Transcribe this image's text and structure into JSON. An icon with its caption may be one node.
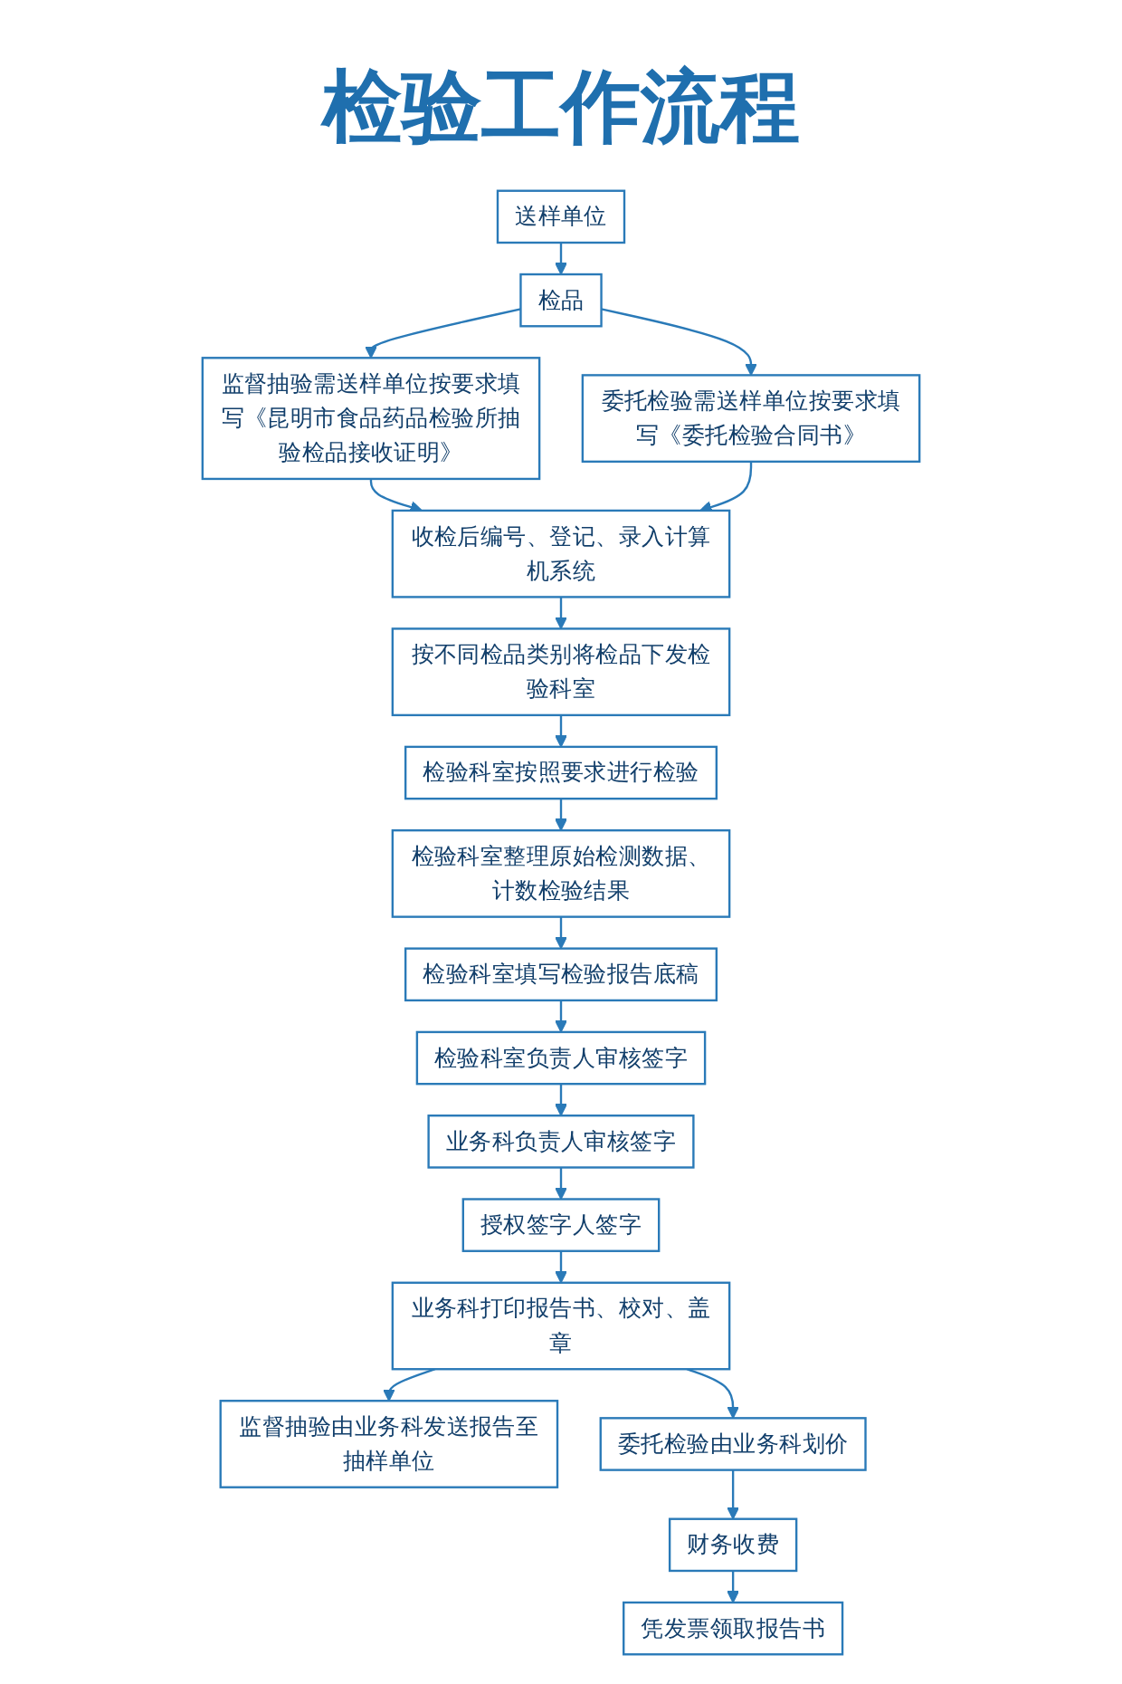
{
  "diagram": {
    "title": "检验工作流程",
    "nodes": [
      {
        "text": [
          "送样单位"
        ]
      },
      {
        "text": [
          "检品"
        ]
      },
      {
        "text": [
          "监督抽验需送样单位按要求填写《昆明市食品药品检验所抽验检品接收证明》"
        ]
      },
      {
        "text": [
          "委托检验需送样单位按要求填写《委托检验合同书》"
        ]
      },
      {
        "text": [
          "收检后编号、登记、录入计算机系统"
        ]
      },
      {
        "text": [
          "按不同检品类别将检品下发检验科室"
        ]
      },
      {
        "text": [
          "检验科室按照要求进行检验"
        ]
      },
      {
        "text": [
          "检验科室整理原始检测数据、计数检验结果"
        ]
      },
      {
        "text": [
          "检验科室填写检验报告底稿"
        ]
      },
      {
        "text": [
          "检验科室负责人审核签字"
        ]
      },
      {
        "text": [
          "业务科负责人审核签字"
        ]
      },
      {
        "text": [
          "授权签字人签字"
        ]
      },
      {
        "text": [
          "业务科打印报告书、校对、盖章"
        ]
      },
      {
        "text": [
          "监督抽验由业务科发送报告至抽样单位"
        ]
      },
      {
        "text": [
          "委托检验由业务科划价"
        ]
      },
      {
        "text": [
          "财务收费"
        ]
      },
      {
        "text": [
          "凭发票领取报告书"
        ]
      }
    ],
    "edges": [
      {
        "from": 0,
        "to": 1,
        "arrow": "to"
      },
      {
        "from": 1,
        "to": 2,
        "arrow": "to"
      },
      {
        "from": 1,
        "to": 3,
        "arrow": "to"
      },
      {
        "from": 2,
        "to": 4,
        "arrow": "to"
      },
      {
        "from": 3,
        "to": 4,
        "arrow": "to"
      },
      {
        "from": 4,
        "to": 5,
        "arrow": "to"
      },
      {
        "from": 5,
        "to": 6,
        "arrow": "to"
      },
      {
        "from": 6,
        "to": 7,
        "arrow": "to"
      },
      {
        "from": 7,
        "to": 8,
        "arrow": "to"
      },
      {
        "from": 8,
        "to": 9,
        "arrow": "to"
      },
      {
        "from": 9,
        "to": 10,
        "arrow": "to"
      },
      {
        "from": 10,
        "to": 11,
        "arrow": "to"
      },
      {
        "from": 11,
        "to": 12,
        "arrow": "to"
      },
      {
        "from": 12,
        "to": 13,
        "arrow": "to"
      },
      {
        "from": 12,
        "to": 14,
        "arrow": "to"
      },
      {
        "from": 14,
        "to": 15,
        "arrow": "to"
      },
      {
        "from": 15,
        "to": 16,
        "arrow": "to"
      }
    ]
  }
}
